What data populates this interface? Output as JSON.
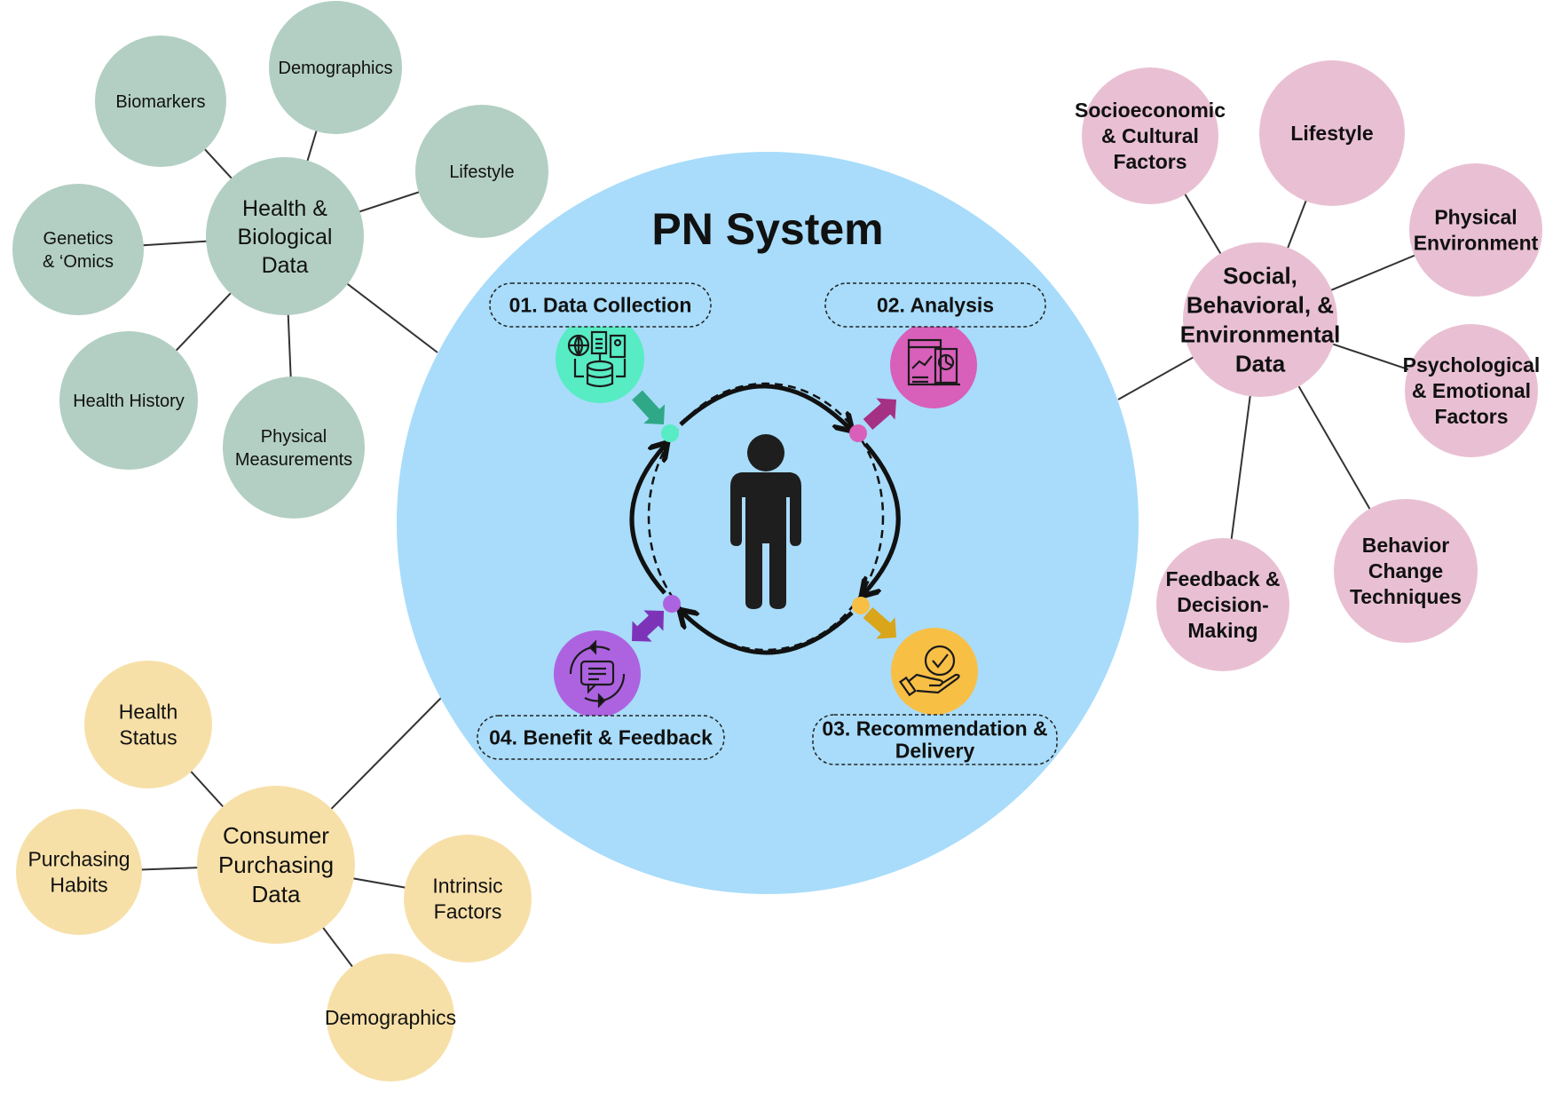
{
  "title": "PN System",
  "colors": {
    "system_circle": "#a8dcfa",
    "health_bio": "#b3cfc3",
    "social": "#e9c0d3",
    "consumer": "#f7e0a8",
    "data_collection": "#57ecc4",
    "analysis": "#d85fba",
    "recommendation": "#f8bf45",
    "feedback": "#ad63e0"
  },
  "clusters": {
    "health_bio": {
      "hub": [
        "Health &",
        "Biological",
        "Data"
      ],
      "children": [
        {
          "label": [
            "Biomarkers"
          ]
        },
        {
          "label": [
            "Demographics"
          ]
        },
        {
          "label": [
            "Lifestyle"
          ]
        },
        {
          "label": [
            "Genetics",
            "& ‘Omics"
          ]
        },
        {
          "label": [
            "Health History"
          ]
        },
        {
          "label": [
            "Physical",
            "Measurements"
          ]
        }
      ]
    },
    "social": {
      "hub": [
        "Social,",
        "Behavioral, &",
        "Environmental",
        "Data"
      ],
      "children": [
        {
          "label": [
            "Socioeconomic",
            "& Cultural",
            "Factors"
          ]
        },
        {
          "label": [
            "Lifestyle"
          ]
        },
        {
          "label": [
            "Physical",
            "Environment"
          ]
        },
        {
          "label": [
            "Psychological",
            "& Emotional",
            "Factors"
          ]
        },
        {
          "label": [
            "Behavior",
            "Change",
            "Techniques"
          ]
        },
        {
          "label": [
            "Feedback &",
            "Decision-",
            "Making"
          ]
        }
      ]
    },
    "consumer": {
      "hub": [
        "Consumer",
        "Purchasing",
        "Data"
      ],
      "children": [
        {
          "label": [
            "Health",
            "Status"
          ]
        },
        {
          "label": [
            "Purchasing",
            "Habits"
          ]
        },
        {
          "label": [
            "Intrinsic",
            "Factors"
          ]
        },
        {
          "label": [
            "Demographics"
          ]
        }
      ]
    }
  },
  "stages": [
    {
      "label": [
        "01. Data Collection"
      ],
      "icon": "data-collection-icon"
    },
    {
      "label": [
        "02. Analysis"
      ],
      "icon": "analysis-report-icon"
    },
    {
      "label": [
        "03. Recommendation &",
        "Delivery"
      ],
      "icon": "hand-checkmark-icon"
    },
    {
      "label": [
        "04. Benefit & Feedback"
      ],
      "icon": "feedback-chat-cycle-icon"
    }
  ],
  "center_icon": "person-icon"
}
